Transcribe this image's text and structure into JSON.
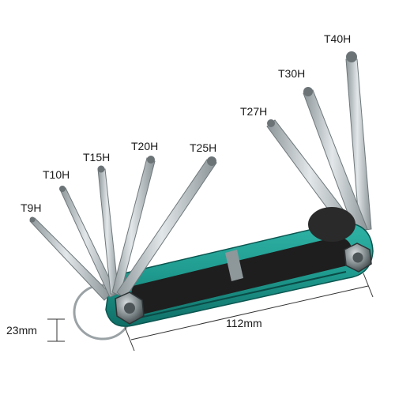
{
  "labels": {
    "t9h": "T9H",
    "t10h": "T10H",
    "t15h": "T15H",
    "t20h": "T20H",
    "t25h": "T25H",
    "t27h": "T27H",
    "t30h": "T30H",
    "t40h": "T40H"
  },
  "dimensions": {
    "thickness": "23mm",
    "length": "112mm"
  },
  "colors": {
    "handle": "#1f9a8e",
    "handle_dark": "#0f6e66",
    "inner": "#222222",
    "steel": "#b9c1c4",
    "steel_dark": "#7c8588"
  }
}
